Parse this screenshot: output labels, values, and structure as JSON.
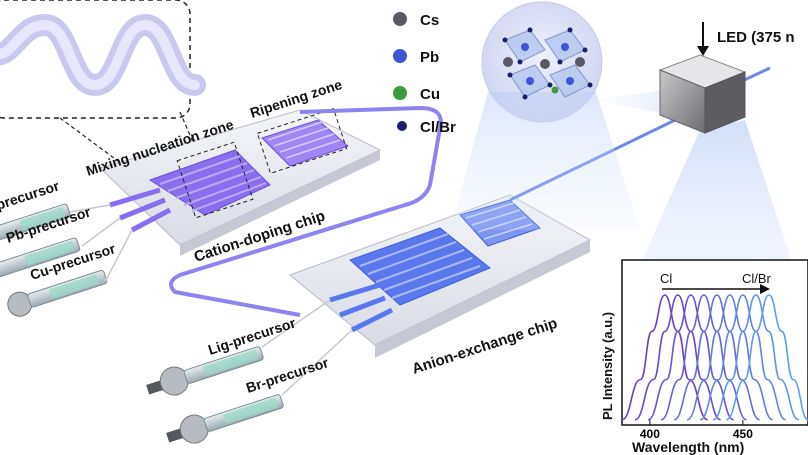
{
  "legend": {
    "items": [
      {
        "label": "Cs",
        "color": "#5a5a66"
      },
      {
        "label": "Pb",
        "color": "#3d55d6"
      },
      {
        "label": "Cu",
        "color": "#3e9a3a"
      },
      {
        "label": "Cl/Br",
        "color": "#1c1f6e"
      }
    ]
  },
  "led_label": "LED (375 n",
  "zones": {
    "mixing": "Mixing nucleation zone",
    "ripening": "Ripening zone"
  },
  "chips": {
    "cation": "Cation-doping chip",
    "anion": "Anion-exchange chip"
  },
  "precursors": {
    "top_partial": "precursor",
    "pb": "Pb-precursor",
    "cu": "Cu-precursor",
    "lig": "Lig-precursor",
    "br": "Br-precursor"
  },
  "colors": {
    "channel_purple": "#8a6ef0",
    "channel_blue": "#5a78ee",
    "tube": "#7f86ea",
    "glass": "#eef0f5"
  },
  "chart_data": {
    "type": "line",
    "xlabel": "Wavelength (nm)",
    "ylabel": "PL Intensity (a.u.)",
    "x_ticks": [
      400,
      450
    ],
    "xlim": [
      385,
      485
    ],
    "ylim": [
      0,
      1
    ],
    "annotations": {
      "start": "Cl",
      "end": "Cl/Br"
    },
    "series": [
      {
        "peak": 408,
        "values": [
          [
            385,
            0.04
          ],
          [
            395,
            0.35
          ],
          [
            401,
            0.72
          ],
          [
            408,
            1.0
          ],
          [
            415,
            0.72
          ],
          [
            421,
            0.35
          ],
          [
            431,
            0.04
          ]
        ]
      },
      {
        "peak": 415,
        "values": [
          [
            392,
            0.04
          ],
          [
            402,
            0.35
          ],
          [
            408,
            0.72
          ],
          [
            415,
            1.0
          ],
          [
            422,
            0.72
          ],
          [
            428,
            0.35
          ],
          [
            438,
            0.04
          ]
        ]
      },
      {
        "peak": 422,
        "values": [
          [
            399,
            0.04
          ],
          [
            409,
            0.35
          ],
          [
            415,
            0.72
          ],
          [
            422,
            1.0
          ],
          [
            429,
            0.72
          ],
          [
            435,
            0.35
          ],
          [
            445,
            0.04
          ]
        ]
      },
      {
        "peak": 429,
        "values": [
          [
            406,
            0.04
          ],
          [
            416,
            0.35
          ],
          [
            422,
            0.72
          ],
          [
            429,
            1.0
          ],
          [
            436,
            0.72
          ],
          [
            442,
            0.35
          ],
          [
            452,
            0.04
          ]
        ]
      },
      {
        "peak": 436,
        "values": [
          [
            413,
            0.04
          ],
          [
            423,
            0.35
          ],
          [
            429,
            0.72
          ],
          [
            436,
            1.0
          ],
          [
            443,
            0.72
          ],
          [
            449,
            0.35
          ],
          [
            459,
            0.04
          ]
        ]
      },
      {
        "peak": 443,
        "values": [
          [
            420,
            0.04
          ],
          [
            430,
            0.35
          ],
          [
            436,
            0.72
          ],
          [
            443,
            1.0
          ],
          [
            450,
            0.72
          ],
          [
            456,
            0.35
          ],
          [
            466,
            0.04
          ]
        ]
      },
      {
        "peak": 450,
        "values": [
          [
            427,
            0.04
          ],
          [
            437,
            0.35
          ],
          [
            443,
            0.72
          ],
          [
            450,
            1.0
          ],
          [
            457,
            0.72
          ],
          [
            463,
            0.35
          ],
          [
            473,
            0.04
          ]
        ]
      },
      {
        "peak": 457,
        "values": [
          [
            434,
            0.04
          ],
          [
            444,
            0.35
          ],
          [
            450,
            0.72
          ],
          [
            457,
            1.0
          ],
          [
            464,
            0.72
          ],
          [
            470,
            0.35
          ],
          [
            480,
            0.04
          ]
        ]
      },
      {
        "peak": 464,
        "values": [
          [
            441,
            0.04
          ],
          [
            451,
            0.35
          ],
          [
            457,
            0.72
          ],
          [
            464,
            1.0
          ],
          [
            471,
            0.72
          ],
          [
            477,
            0.35
          ],
          [
            485,
            0.04
          ]
        ]
      }
    ]
  }
}
